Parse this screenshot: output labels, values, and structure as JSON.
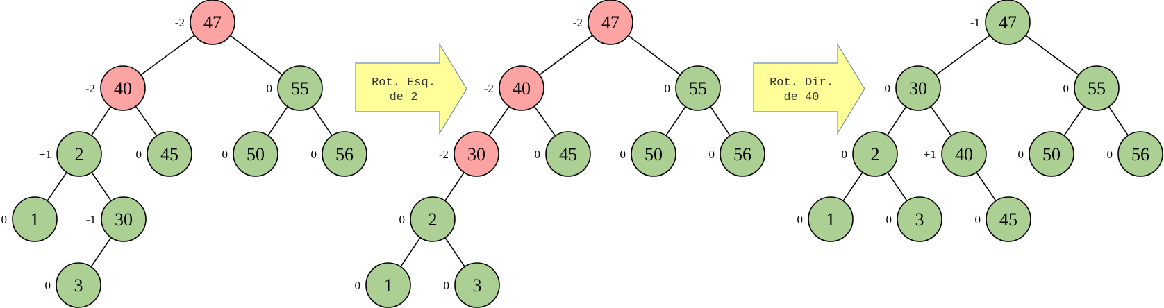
{
  "colors": {
    "ok": "#acd094",
    "unbalanced": "#fca3a3",
    "arrow_fill": "#ffff99",
    "arrow_stroke": "#6b8fb0"
  },
  "arrows": [
    {
      "line1": "Rot. Esq.",
      "line2": "de 2"
    },
    {
      "line1": "Rot. Dir.",
      "line2": "de 40"
    }
  ],
  "trees": [
    {
      "nodes": [
        {
          "id": "47",
          "label": "47",
          "balance": "-2",
          "status": "unbalanced"
        },
        {
          "id": "40",
          "label": "40",
          "balance": "-2",
          "status": "unbalanced"
        },
        {
          "id": "55",
          "label": "55",
          "balance": "0",
          "status": "ok"
        },
        {
          "id": "2",
          "label": "2",
          "balance": "+1",
          "status": "ok"
        },
        {
          "id": "45",
          "label": "45",
          "balance": "0",
          "status": "ok"
        },
        {
          "id": "50",
          "label": "50",
          "balance": "0",
          "status": "ok"
        },
        {
          "id": "56",
          "label": "56",
          "balance": "0",
          "status": "ok"
        },
        {
          "id": "1",
          "label": "1",
          "balance": "0",
          "status": "ok"
        },
        {
          "id": "30",
          "label": "30",
          "balance": "-1",
          "status": "ok"
        },
        {
          "id": "3",
          "label": "3",
          "balance": "0",
          "status": "ok"
        }
      ],
      "edges": [
        [
          "47",
          "40"
        ],
        [
          "47",
          "55"
        ],
        [
          "40",
          "2"
        ],
        [
          "40",
          "45"
        ],
        [
          "55",
          "50"
        ],
        [
          "55",
          "56"
        ],
        [
          "2",
          "1"
        ],
        [
          "2",
          "30"
        ],
        [
          "30",
          "3"
        ]
      ]
    },
    {
      "nodes": [
        {
          "id": "47",
          "label": "47",
          "balance": "-2",
          "status": "unbalanced"
        },
        {
          "id": "40",
          "label": "40",
          "balance": "-2",
          "status": "unbalanced"
        },
        {
          "id": "55",
          "label": "55",
          "balance": "0",
          "status": "ok"
        },
        {
          "id": "30",
          "label": "30",
          "balance": "-2",
          "status": "unbalanced"
        },
        {
          "id": "45",
          "label": "45",
          "balance": "0",
          "status": "ok"
        },
        {
          "id": "50",
          "label": "50",
          "balance": "0",
          "status": "ok"
        },
        {
          "id": "56",
          "label": "56",
          "balance": "0",
          "status": "ok"
        },
        {
          "id": "2",
          "label": "2",
          "balance": "0",
          "status": "ok"
        },
        {
          "id": "1",
          "label": "1",
          "balance": "0",
          "status": "ok"
        },
        {
          "id": "3",
          "label": "3",
          "balance": "0",
          "status": "ok"
        }
      ],
      "edges": [
        [
          "47",
          "40"
        ],
        [
          "47",
          "55"
        ],
        [
          "40",
          "30"
        ],
        [
          "40",
          "45"
        ],
        [
          "55",
          "50"
        ],
        [
          "55",
          "56"
        ],
        [
          "30",
          "2"
        ],
        [
          "2",
          "1"
        ],
        [
          "2",
          "3"
        ]
      ]
    },
    {
      "nodes": [
        {
          "id": "47",
          "label": "47",
          "balance": "-1",
          "status": "ok"
        },
        {
          "id": "30",
          "label": "30",
          "balance": "0",
          "status": "ok"
        },
        {
          "id": "55",
          "label": "55",
          "balance": "0",
          "status": "ok"
        },
        {
          "id": "2",
          "label": "2",
          "balance": "0",
          "status": "ok"
        },
        {
          "id": "40",
          "label": "40",
          "balance": "+1",
          "status": "ok"
        },
        {
          "id": "50",
          "label": "50",
          "balance": "0",
          "status": "ok"
        },
        {
          "id": "56",
          "label": "56",
          "balance": "0",
          "status": "ok"
        },
        {
          "id": "1",
          "label": "1",
          "balance": "0",
          "status": "ok"
        },
        {
          "id": "3",
          "label": "3",
          "balance": "0",
          "status": "ok"
        },
        {
          "id": "45",
          "label": "45",
          "balance": "0",
          "status": "ok"
        }
      ],
      "edges": [
        [
          "47",
          "30"
        ],
        [
          "47",
          "55"
        ],
        [
          "30",
          "2"
        ],
        [
          "30",
          "40"
        ],
        [
          "55",
          "50"
        ],
        [
          "55",
          "56"
        ],
        [
          "2",
          "1"
        ],
        [
          "2",
          "3"
        ],
        [
          "40",
          "45"
        ]
      ]
    }
  ]
}
